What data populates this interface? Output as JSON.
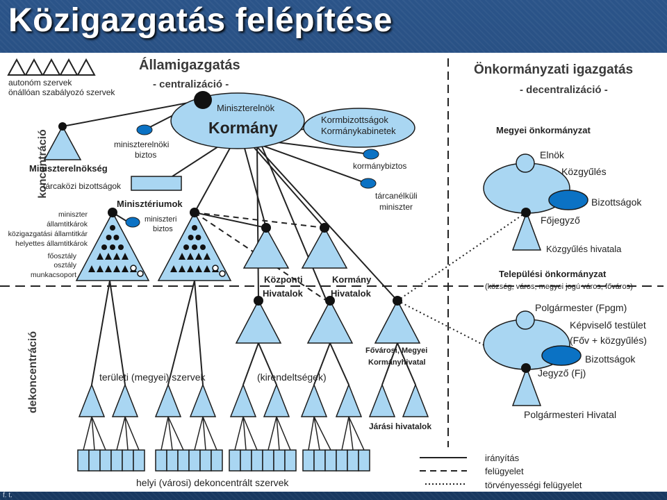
{
  "slide": {
    "title": "Közigazgatás felépítése",
    "footer": "f. t."
  },
  "colors": {
    "fill": "#a9d6f2",
    "fill_dark": "#0b72c4",
    "stroke": "#1b1b1b",
    "background": "#ffffff"
  },
  "legend_top_left": {
    "line1": "autonóm szervek",
    "line2": "önállóan szabályozó szervek"
  },
  "state_admin": {
    "title": "Államigazgatás",
    "subtitle": "- centralizáció -",
    "vertical_top": "koncentráció",
    "vertical_bottom": "dekoncentráció"
  },
  "local_admin": {
    "title": "Önkormányzati igazgatás",
    "subtitle": "- decentralizáció -"
  },
  "government": {
    "pm_label": "Miniszterelnök",
    "name": "Kormány",
    "committees_line1": "Kormbizottságok",
    "committees_line2": "Kormánykabinetek"
  },
  "nodes": {
    "pm_office": "Miniszterelnökség",
    "pm_commissioner_line1": "miniszterelnöki",
    "pm_commissioner_line2": "biztos",
    "interministerial": "tárcaközi bizottságok",
    "gov_commissioner": "kormánybiztos",
    "minister_without_portfolio_line1": "tárcanélküli",
    "minister_without_portfolio_line2": "miniszter",
    "ministries": "Minisztériumok",
    "ministerial_commissioner_line1": "miniszteri",
    "ministerial_commissioner_line2": "biztos",
    "central_offices_line1": "Központi",
    "central_offices_line2": "Hivatalok",
    "gov_offices_line1": "Kormány",
    "gov_offices_line2": "Hivatalok",
    "capital_county_line1": "Fővárosi, Megyei",
    "capital_county_line2": "Kormányhivatal",
    "district_offices": "Járási hivatalok",
    "territorial": "területi (megyei) szervek",
    "branches": "(kirendeltségek)",
    "local_deconc": "helyi (városi) dekoncentrált szervek"
  },
  "ministry_roles": [
    "miniszter",
    "államtitkárok",
    "közigazgatási államtitkár",
    "helyettes államtitkárok",
    "főosztály",
    "osztály",
    "munkacsoport"
  ],
  "county": {
    "title": "Megyei önkormányzat",
    "chair": "Elnök",
    "assembly": "Közgyűlés",
    "committees": "Bizottságok",
    "clerk": "Főjegyző",
    "office": "Közgyűlés hivatala"
  },
  "settlement": {
    "title": "Települési önkormányzat",
    "subtitle": "(község, város, megyei jogú város, főváros)",
    "mayor": "Polgármester (Fpgm)",
    "council_line1": "Képviselő testület",
    "council_line2": "(Főv + közgyűlés)",
    "committees": "Bizottságok",
    "clerk": "Jegyző (Fj)",
    "office": "Polgármesteri Hivatal"
  },
  "legend": {
    "solid": "irányítás",
    "dashed": "felügyelet",
    "dotted": "törvényességi felügyelet"
  }
}
